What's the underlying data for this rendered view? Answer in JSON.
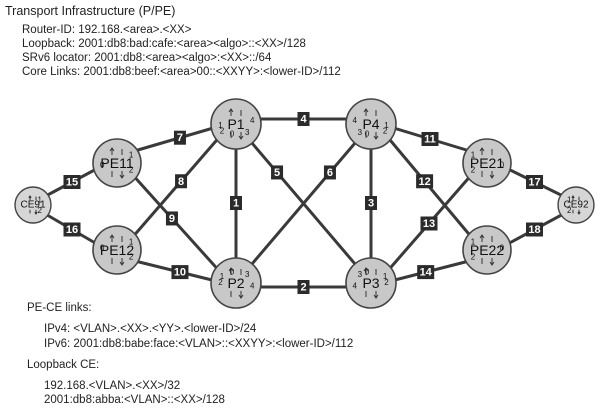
{
  "header": {
    "title": "Transport Infrastructure (P/PE)",
    "router_id": "Router-ID: 192.168.<area>.<XX>",
    "loopback": "Loopback: 2001:db8:bad:cafe:<area><algo>::<XX>/128",
    "srv6": "SRv6 locator: 2001:db8:<area><algo>:<XX>::/64",
    "core_links": "Core Links: 2001:db8:beef:<area>00::<XXYY>:<lower-ID>/112"
  },
  "pe_ce": {
    "title": "PE-CE links:",
    "ipv4": "IPv4: <VLAN>.<XX>.<YY>.<lower-ID>/24",
    "ipv6": "IPv6: 2001:db8:babe:face:<VLAN>::<XXYY>:<lower-ID>/112"
  },
  "loopback_ce": {
    "title": "Loopback CE:",
    "ipv4": "192.168.<VLAN>.<XX>/32",
    "ipv6": "2001:db8:abba:<VLAN>::<XX>/128"
  },
  "nodes": [
    {
      "id": "P1",
      "label": "P1"
    },
    {
      "id": "P2",
      "label": "P2"
    },
    {
      "id": "P3",
      "label": "P3"
    },
    {
      "id": "P4",
      "label": "P4"
    },
    {
      "id": "PE11",
      "label": "PE11"
    },
    {
      "id": "PE12",
      "label": "PE12"
    },
    {
      "id": "PE21",
      "label": "PE21"
    },
    {
      "id": "PE22",
      "label": "PE22"
    },
    {
      "id": "CE91",
      "label": "CE91"
    },
    {
      "id": "CE92",
      "label": "CE92"
    }
  ],
  "links": [
    {
      "id": "1",
      "from": "P1",
      "to": "P2",
      "from_port": "0",
      "to_port": "0"
    },
    {
      "id": "2",
      "from": "P2",
      "to": "P3",
      "from_port": "4",
      "to_port": "4"
    },
    {
      "id": "3",
      "from": "P4",
      "to": "P3",
      "from_port": "0",
      "to_port": "0"
    },
    {
      "id": "4",
      "from": "P1",
      "to": "P4",
      "from_port": "4",
      "to_port": "4"
    },
    {
      "id": "5",
      "from": "P1",
      "to": "P3",
      "from_port": "3",
      "to_port": "3"
    },
    {
      "id": "6",
      "from": "P2",
      "to": "P4",
      "from_port": "3",
      "to_port": "3"
    },
    {
      "id": "7",
      "from": "PE11",
      "to": "P1",
      "from_port": "1",
      "to_port": "1"
    },
    {
      "id": "8",
      "from": "PE12",
      "to": "P1",
      "from_port": "1",
      "to_port": "2"
    },
    {
      "id": "9",
      "from": "PE11",
      "to": "P2",
      "from_port": "2",
      "to_port": "1"
    },
    {
      "id": "10",
      "from": "PE12",
      "to": "P2",
      "from_port": "2",
      "to_port": "2"
    },
    {
      "id": "11",
      "from": "P4",
      "to": "PE21",
      "from_port": "1",
      "to_port": "1"
    },
    {
      "id": "12",
      "from": "P4",
      "to": "PE22",
      "from_port": "2",
      "to_port": "1"
    },
    {
      "id": "13",
      "from": "P3",
      "to": "PE21",
      "from_port": "1",
      "to_port": "2"
    },
    {
      "id": "14",
      "from": "P3",
      "to": "PE22",
      "from_port": "2",
      "to_port": "2"
    },
    {
      "id": "15",
      "from": "CE91",
      "to": "PE11",
      "from_port": "1",
      "to_port": "0"
    },
    {
      "id": "16",
      "from": "CE91",
      "to": "PE12",
      "from_port": "2",
      "to_port": "0"
    },
    {
      "id": "17",
      "from": "PE21",
      "to": "CE92",
      "from_port": "0",
      "to_port": "1"
    },
    {
      "id": "18",
      "from": "PE22",
      "to": "CE92",
      "from_port": "0",
      "to_port": "2"
    }
  ]
}
